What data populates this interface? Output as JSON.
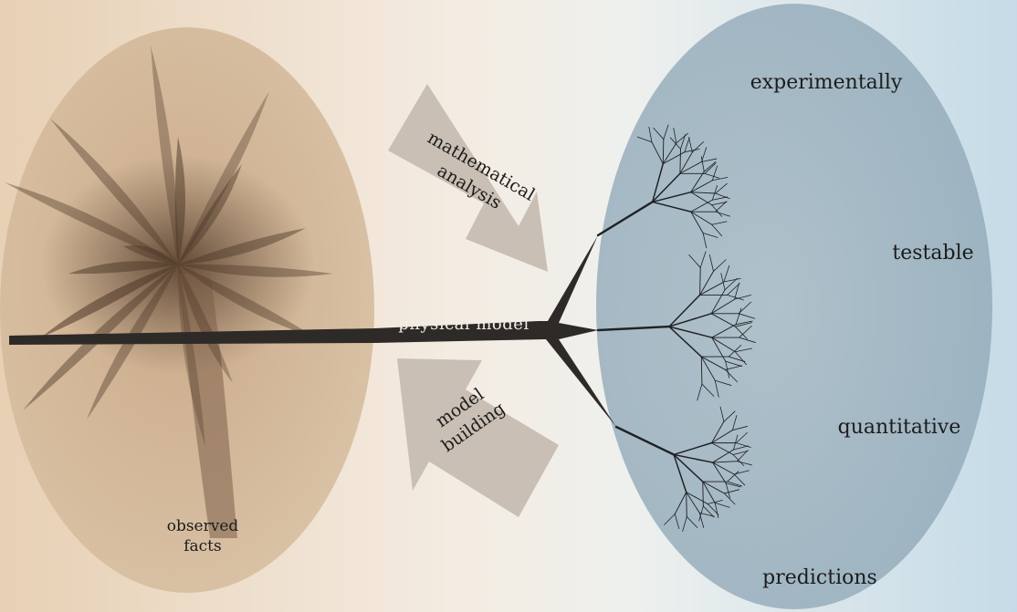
{
  "figure": {
    "left_region": {
      "name": "observed-facts-ellipse",
      "label_lines": [
        "observed",
        "facts"
      ]
    },
    "center": {
      "model_label": "physical model",
      "analysis_arrow_lines": [
        "mathematical",
        "analysis"
      ],
      "building_arrow_lines": [
        "model",
        "building"
      ]
    },
    "right_region": {
      "name": "predictions-ellipse",
      "words": {
        "top": "experimentally",
        "middle": "testable",
        "lower": "quantitative",
        "bottom": "predictions"
      }
    }
  },
  "colors": {
    "page_left": "#e9d6bf",
    "page_right": "#c9dde8",
    "facts_ellipse": "#c9a884",
    "predictions_ellipse": "#8fa6b4",
    "model_beam": "#2e2a27",
    "arrow_fill": "#c7bcb1",
    "branch_stroke": "#1f2124"
  }
}
